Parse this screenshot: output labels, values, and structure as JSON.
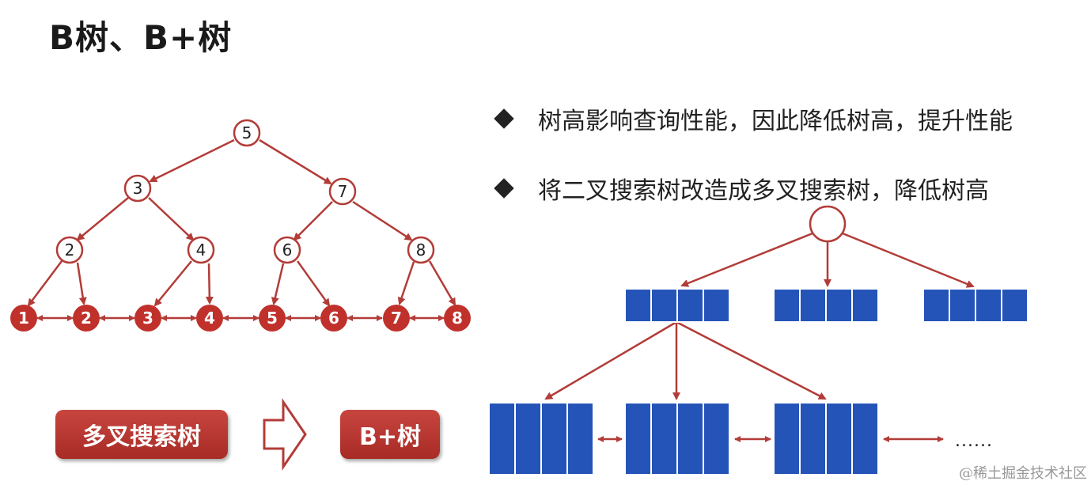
{
  "title": "B树、B+树",
  "bullets": [
    "树高影响查询性能，因此降低树高，提升性能",
    "将二叉搜索树改造成多叉搜索树，降低树高"
  ],
  "binary_tree": {
    "inner_nodes": [
      "5",
      "3",
      "7",
      "2",
      "4",
      "6",
      "8"
    ],
    "leaf_nodes": [
      "1",
      "2",
      "3",
      "4",
      "5",
      "6",
      "7",
      "8"
    ]
  },
  "transform": {
    "from_label": "多叉搜索树",
    "to_label": "B+树"
  },
  "bplus": {
    "more": "......"
  },
  "watermark": "@稀土掘金技术社区",
  "colors": {
    "edge": "#b23c38",
    "leaf": "#c0312c",
    "block": "#2554b8",
    "node_fill": "#ffffff"
  }
}
